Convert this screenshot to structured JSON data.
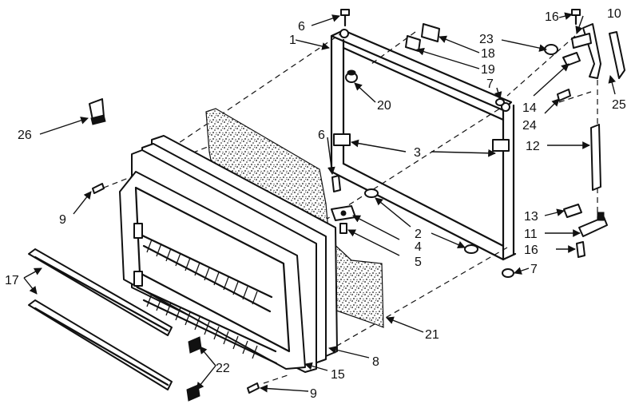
{
  "callouts": [
    {
      "id": "c1",
      "text": "1"
    },
    {
      "id": "c6a",
      "text": "6"
    },
    {
      "id": "c6b",
      "text": "6"
    },
    {
      "id": "c16a",
      "text": "16"
    },
    {
      "id": "c10",
      "text": "10"
    },
    {
      "id": "c23",
      "text": "23"
    },
    {
      "id": "c18",
      "text": "18"
    },
    {
      "id": "c19",
      "text": "19"
    },
    {
      "id": "c7a",
      "text": "7"
    },
    {
      "id": "c20",
      "text": "20"
    },
    {
      "id": "c14",
      "text": "14"
    },
    {
      "id": "c24",
      "text": "24"
    },
    {
      "id": "c25",
      "text": "25"
    },
    {
      "id": "c3",
      "text": "3"
    },
    {
      "id": "c12",
      "text": "12"
    },
    {
      "id": "c26",
      "text": "26"
    },
    {
      "id": "c9a",
      "text": "9"
    },
    {
      "id": "c2",
      "text": "2"
    },
    {
      "id": "c4",
      "text": "4"
    },
    {
      "id": "c5",
      "text": "5"
    },
    {
      "id": "c13",
      "text": "13"
    },
    {
      "id": "c11",
      "text": "11"
    },
    {
      "id": "c16b",
      "text": "16"
    },
    {
      "id": "c7b",
      "text": "7"
    },
    {
      "id": "c17",
      "text": "17"
    },
    {
      "id": "c21",
      "text": "21"
    },
    {
      "id": "c8",
      "text": "8"
    },
    {
      "id": "c22",
      "text": "22"
    },
    {
      "id": "c15",
      "text": "15"
    },
    {
      "id": "c9b",
      "text": "9"
    }
  ]
}
